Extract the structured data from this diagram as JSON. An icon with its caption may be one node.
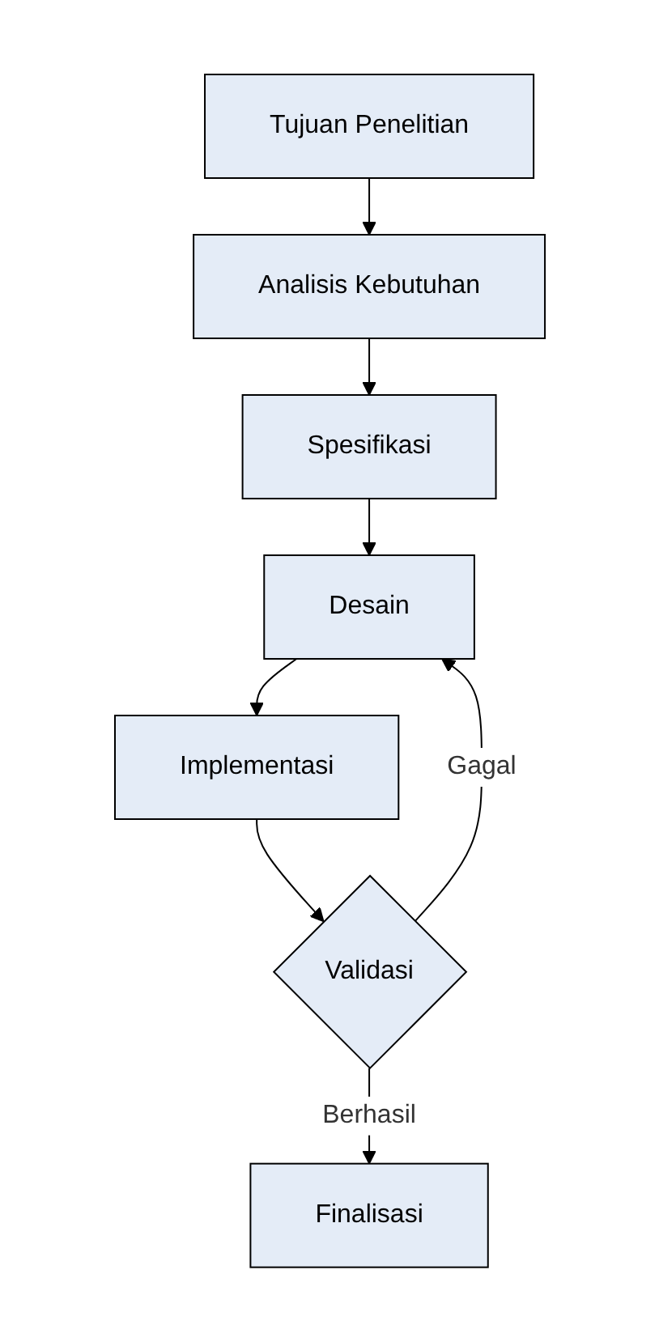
{
  "diagram": {
    "nodes": [
      {
        "text": [
          "Tujuan Penelitian"
        ]
      },
      {
        "text": [
          "Analisis Kebutuhan"
        ]
      },
      {
        "text": [
          "Spesifikasi"
        ]
      },
      {
        "text": [
          "Desain"
        ]
      },
      {
        "text": [
          "Implementasi"
        ]
      },
      {
        "text": [
          "Validasi"
        ]
      },
      {
        "text": [
          "Finalisasi"
        ]
      }
    ],
    "edges": [
      {
        "from": 0,
        "to": 1,
        "arrow": "to"
      },
      {
        "from": 1,
        "to": 2,
        "arrow": "to"
      },
      {
        "from": 2,
        "to": 3,
        "arrow": "to"
      },
      {
        "from": 3,
        "to": 4,
        "arrow": "to"
      },
      {
        "from": 4,
        "to": 5,
        "arrow": "to"
      },
      {
        "from": 5,
        "to": 3,
        "arrow": "to",
        "label": "Gagal"
      },
      {
        "from": 5,
        "to": 6,
        "arrow": "to",
        "label": "Berhasil"
      }
    ]
  }
}
